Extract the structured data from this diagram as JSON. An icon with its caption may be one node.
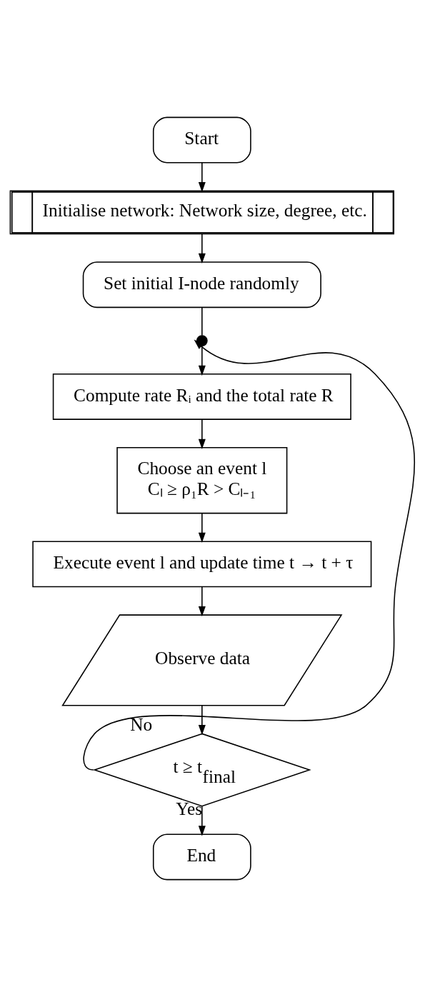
{
  "diagram": {
    "nodes": [
      {
        "text": [
          "Start"
        ]
      },
      {
        "text": [
          "Initialise network: Network size, degree, etc."
        ]
      },
      {
        "text": [
          "Set initial I-node randomly"
        ]
      },
      {
        "text": [],
        "shape": "circle"
      },
      {
        "text": [
          "Compute rate Rᵢ and the total rate R"
        ]
      },
      {
        "text": [
          "Choose an event l",
          "Cₗ ≥ ρ₁R > Cₗ₋₁"
        ]
      },
      {
        "text": [
          "Execute event l and update time t → t + τ"
        ]
      },
      {
        "text": [
          "Observe data"
        ]
      },
      {
        "text": [
          "t ≥ t$_{final}$"
        ]
      },
      {
        "text": [
          "End"
        ]
      }
    ],
    "edges": [
      {
        "from": 0,
        "to": 1,
        "arrow": "to"
      },
      {
        "from": 1,
        "to": 2,
        "arrow": "to"
      },
      {
        "from": 2,
        "to": 3,
        "arrow": "none"
      },
      {
        "from": 3,
        "to": 4,
        "arrow": "to"
      },
      {
        "from": 4,
        "to": 5,
        "arrow": "to"
      },
      {
        "from": 5,
        "to": 6,
        "arrow": "to"
      },
      {
        "from": 6,
        "to": 7,
        "arrow": "to"
      },
      {
        "from": 7,
        "to": 8,
        "arrow": "to"
      },
      {
        "from": 8,
        "to": 3,
        "arrow": "to",
        "label": "No"
      },
      {
        "from": 8,
        "to": 9,
        "arrow": "to",
        "label": "Yes"
      }
    ]
  }
}
